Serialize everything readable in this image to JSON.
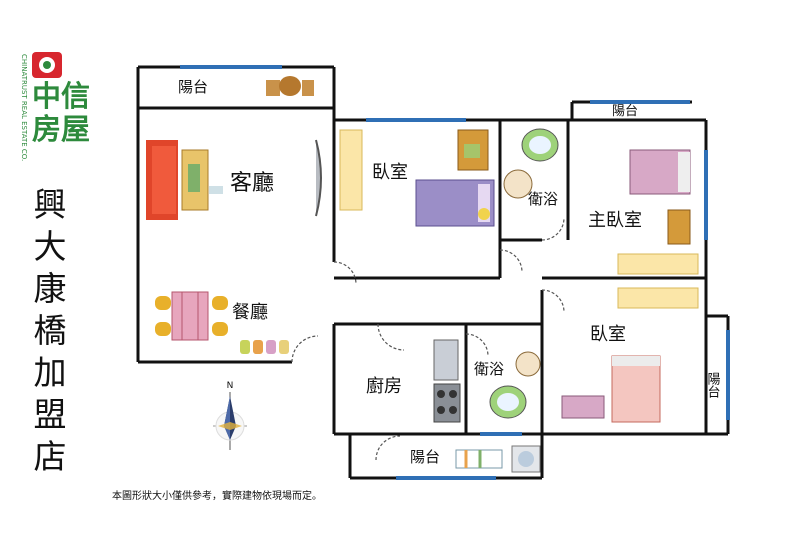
{
  "logo": {
    "brand_cn": "中信房屋",
    "brand_en": "CHINATRUST REAL ESTATE CO."
  },
  "store_name": "興大康橋加盟店",
  "rooms": {
    "balcony_top": "陽台",
    "living_room": "客廳",
    "bedroom_mid": "臥室",
    "bathroom_top": "衛浴",
    "master_bedroom": "主臥室",
    "balcony_right_top": "陽台",
    "dining_room": "餐廳",
    "kitchen": "廚房",
    "bathroom_bottom": "衛浴",
    "bedroom_bottom": "臥室",
    "balcony_right_vertical": "陽台",
    "balcony_bottom": "陽台"
  },
  "compass_label": "N",
  "footnote": "本圖形狀大小僅供參考，實際建物依現場而定。",
  "colors": {
    "wall": "#111111",
    "window": "#2f6fb5",
    "brand_green": "#2d8a3c",
    "brand_red": "#d7262e"
  }
}
